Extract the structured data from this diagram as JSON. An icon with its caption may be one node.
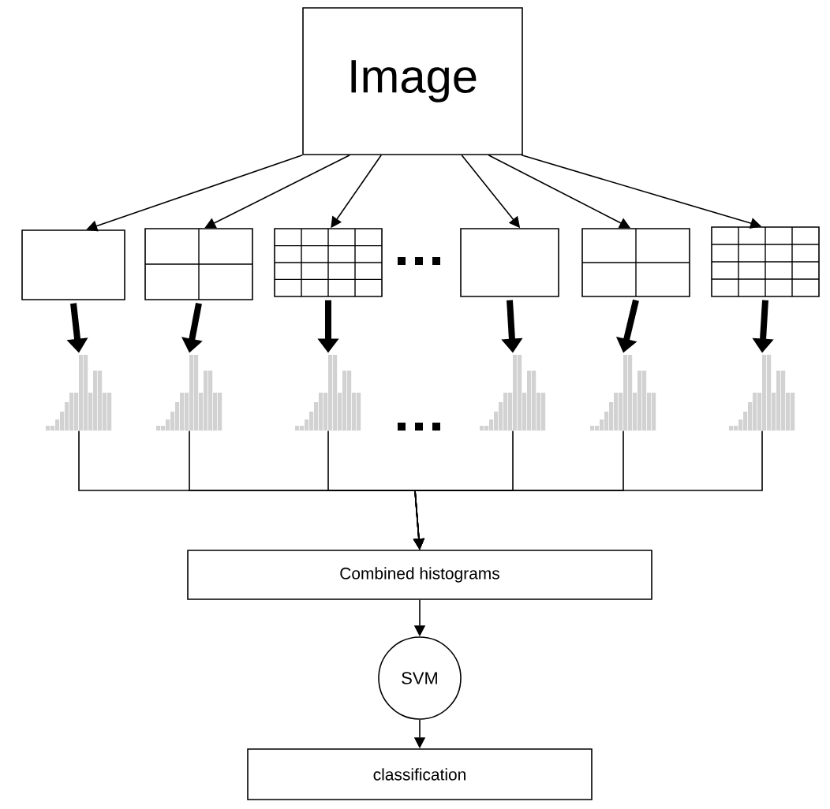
{
  "diagram": {
    "nodes": [
      {
        "text": [
          "Image"
        ]
      },
      {
        "text": [],
        "shape": "box"
      },
      {
        "text": [],
        "shape": "box"
      },
      {
        "text": [],
        "shape": "box"
      },
      {
        "text": [],
        "shape": "box"
      },
      {
        "text": [],
        "shape": "box"
      },
      {
        "text": [],
        "shape": "box"
      },
      {
        "text": [],
        "shape": "bar"
      },
      {
        "text": [],
        "shape": "bar"
      },
      {
        "text": [],
        "shape": "bar"
      },
      {
        "text": [],
        "shape": "bar"
      },
      {
        "text": [],
        "shape": "bar"
      },
      {
        "text": [],
        "shape": "bar"
      },
      {
        "text": [
          "Combined histograms"
        ]
      },
      {
        "text": [
          "SVM"
        ]
      },
      {
        "text": [
          "classification"
        ]
      }
    ],
    "edges": [
      {
        "from": 0,
        "to": 1,
        "arrow": "to"
      },
      {
        "from": 0,
        "to": 2,
        "arrow": "to"
      },
      {
        "from": 0,
        "to": 3,
        "arrow": "to"
      },
      {
        "from": 0,
        "to": 4,
        "arrow": "to"
      },
      {
        "from": 0,
        "to": 5,
        "arrow": "to"
      },
      {
        "from": 0,
        "to": 6,
        "arrow": "to"
      },
      {
        "from": 1,
        "to": 7,
        "arrow": "to",
        "style": "thick"
      },
      {
        "from": 2,
        "to": 8,
        "arrow": "to",
        "style": "thick"
      },
      {
        "from": 3,
        "to": 9,
        "arrow": "to",
        "style": "thick"
      },
      {
        "from": 4,
        "to": 10,
        "arrow": "to",
        "style": "thick"
      },
      {
        "from": 5,
        "to": 11,
        "arrow": "to",
        "style": "thick"
      },
      {
        "from": 6,
        "to": 12,
        "arrow": "to",
        "style": "thick"
      },
      {
        "from": 7,
        "to": 13,
        "arrow": "to"
      },
      {
        "from": 8,
        "to": 13,
        "arrow": "to"
      },
      {
        "from": 9,
        "to": 13,
        "arrow": "to"
      },
      {
        "from": 10,
        "to": 13,
        "arrow": "to"
      },
      {
        "from": 11,
        "to": 13,
        "arrow": "to"
      },
      {
        "from": 12,
        "to": 13,
        "arrow": "to"
      },
      {
        "from": 13,
        "to": 14,
        "arrow": "to"
      },
      {
        "from": 14,
        "to": 15,
        "arrow": "to"
      }
    ]
  }
}
